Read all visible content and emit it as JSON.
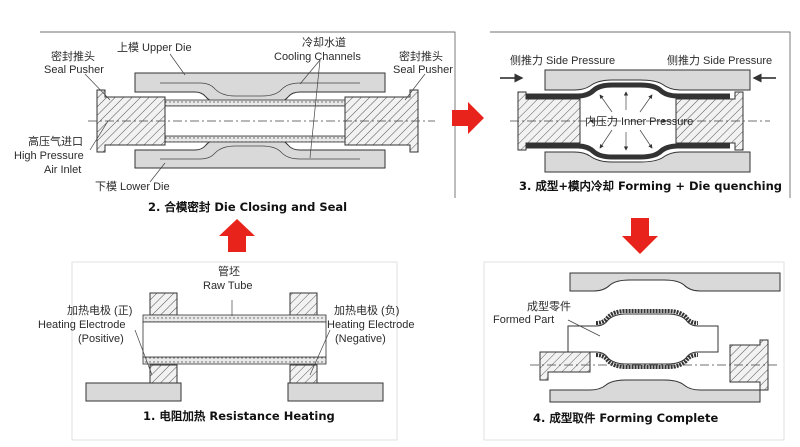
{
  "panel1": {
    "raw_tube_cn": "管坯",
    "raw_tube_en": "Raw Tube",
    "electrode_pos_cn": "加热电极 (正)",
    "electrode_pos_en1": "Heating Electrode",
    "electrode_pos_en2": "(Positive)",
    "electrode_neg_cn": "加热电极 (负)",
    "electrode_neg_en1": "Heating Electrode",
    "electrode_neg_en2": "(Negative)",
    "caption": "1. 电阻加热 Resistance Heating"
  },
  "panel2": {
    "upper_die": "上模 Upper Die",
    "cooling_cn": "冷却水道",
    "cooling_en": "Cooling Channels",
    "seal_pusher_left_cn": "密封推头",
    "seal_pusher_left_en": "Seal Pusher",
    "seal_pusher_right_cn": "密封推头",
    "seal_pusher_right_en": "Seal Pusher",
    "hp_cn": "高压气进口",
    "hp_en1": "High Pressure",
    "hp_en2": "Air Inlet",
    "lower_die": "下模 Lower Die",
    "caption": "2. 合模密封 Die Closing and Seal"
  },
  "panel3": {
    "side_pressure_left": "侧推力 Side Pressure",
    "side_pressure_right": "侧推力 Side Pressure",
    "inner_pressure": "内压力 Inner Pressure",
    "caption": "3. 成型+模内冷却 Forming + Die quenching"
  },
  "panel4": {
    "formed_part_cn": "成型零件",
    "formed_part_en": "Formed Part",
    "caption": "4. 成型取件 Forming Complete"
  },
  "colors": {
    "arrow": "#e8231b",
    "die_gray": "#d9d9d9",
    "frame": "#e2e2e2"
  }
}
